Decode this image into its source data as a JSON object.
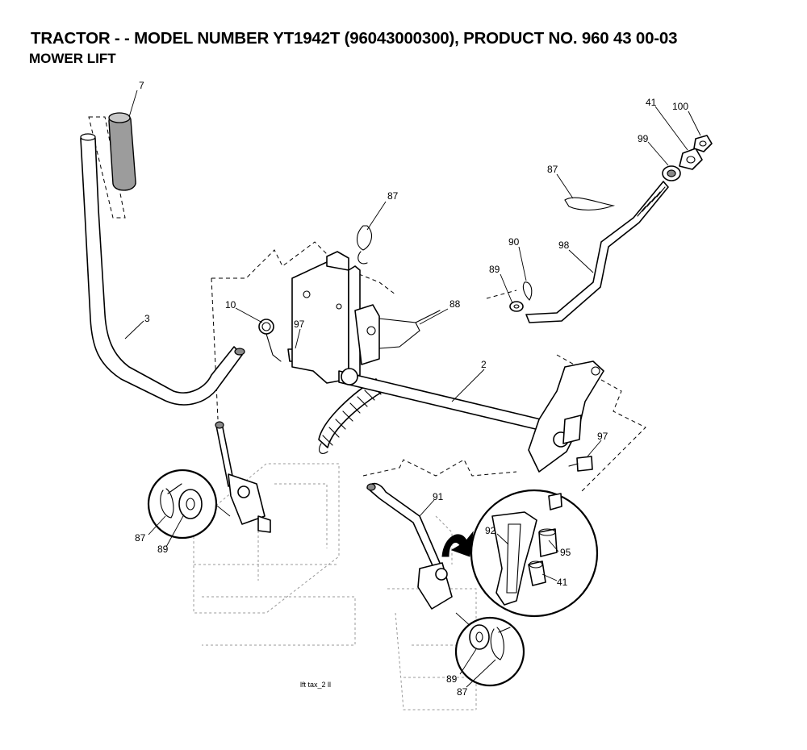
{
  "header": {
    "title": "TRACTOR - - MODEL NUMBER YT1942T (96043000300), PRODUCT NO. 960 43 00-03",
    "subtitle": "MOWER LIFT"
  },
  "callouts": {
    "c7": "7",
    "c3": "3",
    "c87_top": "87",
    "c10": "10",
    "c97_left": "97",
    "c88": "88",
    "c2": "2",
    "c41_top": "41",
    "c100": "100",
    "c99": "99",
    "c87_right": "87",
    "c90": "90",
    "c89_top": "89",
    "c98": "98",
    "c97_right": "97",
    "c91": "91",
    "c92": "92",
    "c95": "95",
    "c41_inset": "41",
    "c87_left_inset": "87",
    "c89_left_inset": "89",
    "c89_bottom_inset": "89",
    "c87_bottom_inset": "87"
  },
  "drawing_code": "lft tax_2 ll"
}
